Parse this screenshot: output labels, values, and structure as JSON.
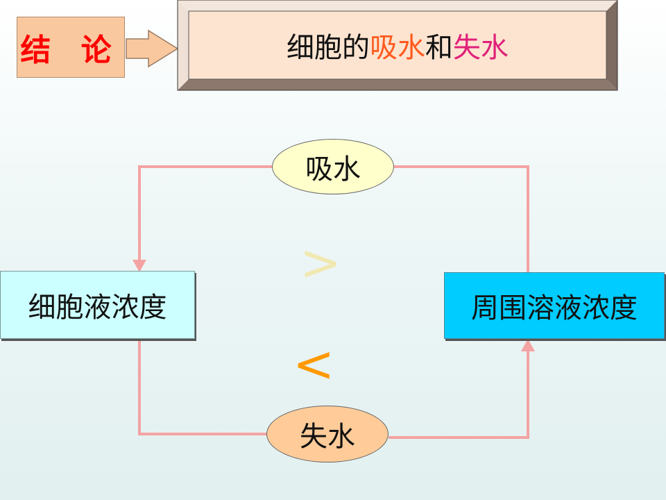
{
  "conclusion_label": "结 论",
  "title": {
    "part1": "细胞的",
    "absorb": "吸水",
    "and": "和",
    "lose": "失水"
  },
  "nodes": {
    "cell_concentration": "细胞液浓度",
    "surrounding_concentration": "周围溶液浓度",
    "absorb_water": "吸水",
    "lose_water": "失水"
  },
  "symbols": {
    "greater": ">",
    "less": "<"
  },
  "colors": {
    "conclusion_text": "#ff0000",
    "conclusion_bg": "#f9c89f",
    "title_bg": "#fde4d0",
    "absorb_word": "#ff5a1e",
    "lose_word": "#e0207a",
    "connector": "#f4a3a3",
    "cell_box": "#ccffff",
    "env_box": "#00ccff",
    "absorb_oval": "#ffffcc",
    "lose_oval": "#ffcc99",
    "greater_symbol": "#f0e8b0",
    "less_symbol": "#ff9900"
  }
}
